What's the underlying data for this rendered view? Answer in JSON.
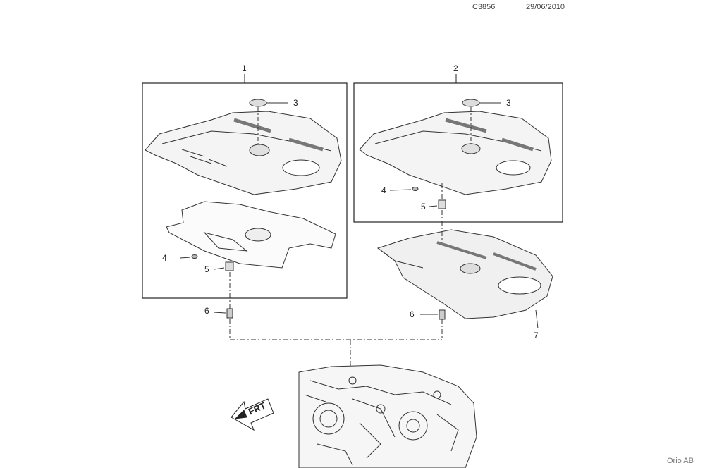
{
  "header": {
    "drawing_code": "C3856",
    "date": "29/06/2010"
  },
  "footer": {
    "brand": "Orio AB"
  },
  "callouts": {
    "c1": "1",
    "c2": "2",
    "c3a": "3",
    "c3b": "3",
    "c4a": "4",
    "c4b": "4",
    "c5a": "5",
    "c5b": "5",
    "c6a": "6",
    "c6b": "6",
    "c7": "7"
  },
  "front_arrow": {
    "label": "FRT"
  }
}
